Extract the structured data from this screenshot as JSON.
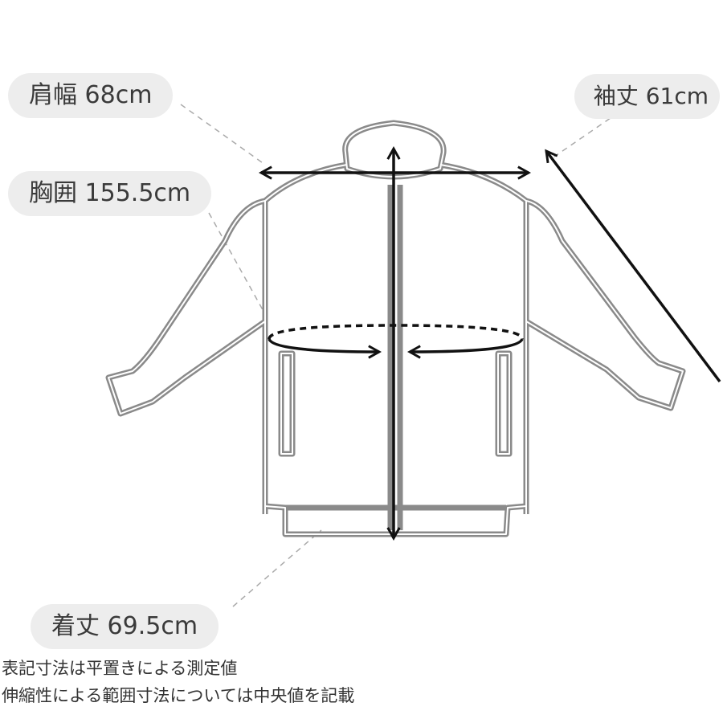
{
  "labels": {
    "shoulder": "肩幅 68cm",
    "chest": "胸囲 155.5cm",
    "sleeve": "袖丈 61cm",
    "length": "着丈 69.5cm"
  },
  "notes": [
    "表記寸法は平置きによる測定値",
    "伸縮性による範囲寸法については中央値を記載"
  ],
  "colors": {
    "outline": "#8a8a8a",
    "arrow": "#111111",
    "pill": "#ededed"
  }
}
